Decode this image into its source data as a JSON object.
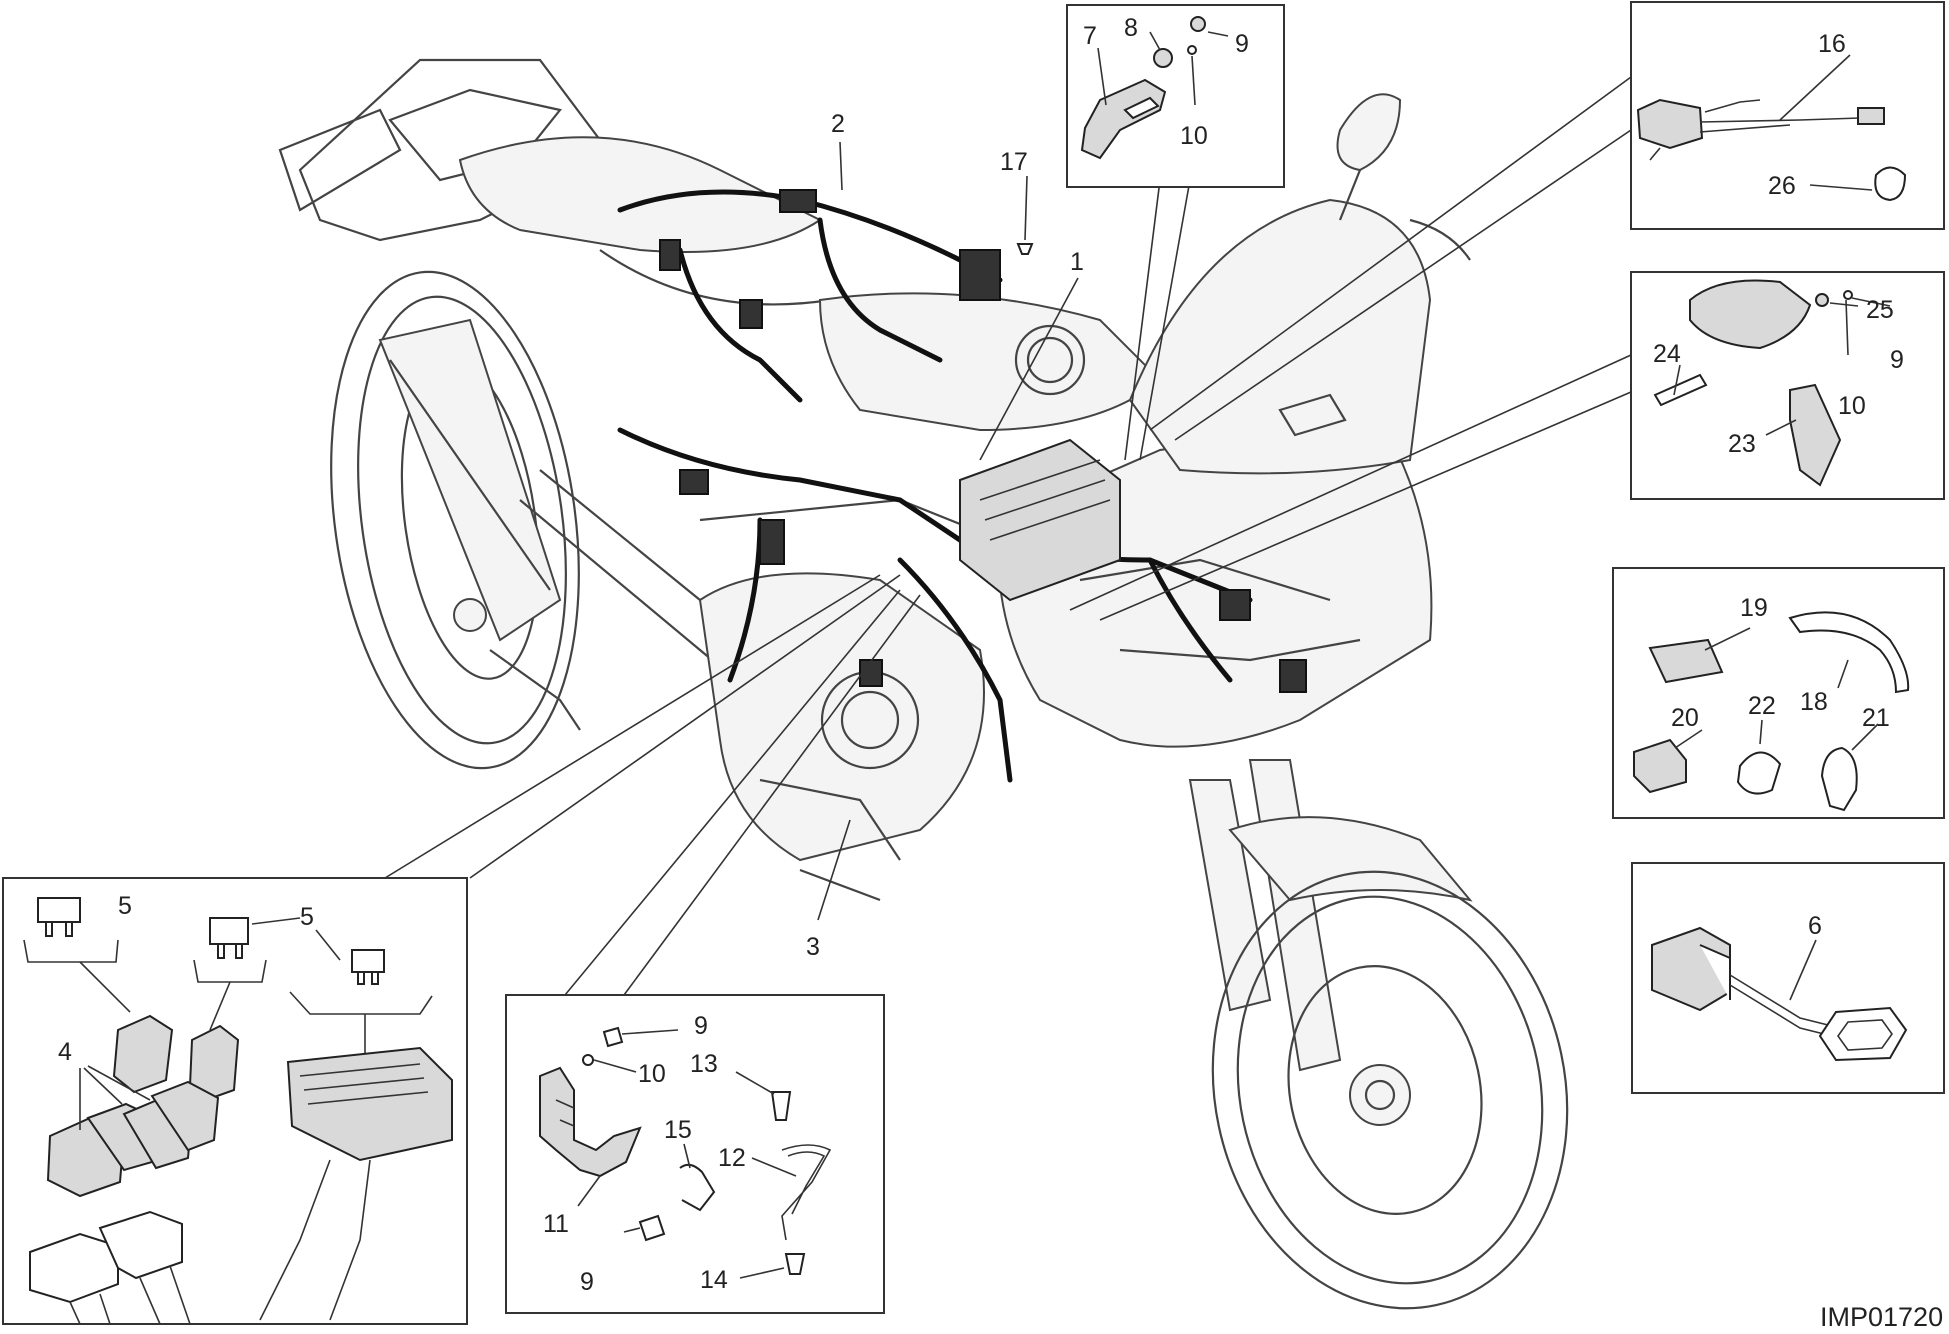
{
  "drawing_code": "IMP01720",
  "callouts": {
    "main_1": "1",
    "main_2": "2",
    "main_3": "3",
    "main_17": "17",
    "box_top_7": "7",
    "box_top_8": "8",
    "box_top_9": "9",
    "box_top_10": "10",
    "box_tr_16": "16",
    "box_tr_26": "26",
    "box_mirror_25": "25",
    "box_mirror_24": "24",
    "box_mirror_9": "9",
    "box_mirror_10": "10",
    "box_mirror_23": "23",
    "box_clips_19": "19",
    "box_clips_18": "18",
    "box_clips_20": "20",
    "box_clips_22": "22",
    "box_clips_21": "21",
    "box_plug_6": "6",
    "box_fuse_5a": "5",
    "box_fuse_5b": "5",
    "box_fuse_4": "4",
    "box_bracket_9a": "9",
    "box_bracket_10": "10",
    "box_bracket_13": "13",
    "box_bracket_15": "15",
    "box_bracket_12": "12",
    "box_bracket_11": "11",
    "box_bracket_9b": "9",
    "box_bracket_14": "14"
  }
}
